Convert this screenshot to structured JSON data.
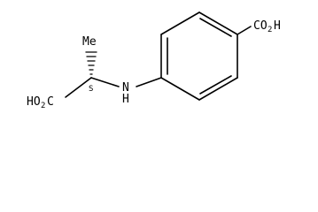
{
  "molecule": {
    "labels": {
      "cooh_ring": "CO",
      "cooh_ring_sub": "2",
      "cooh_ring_h": "H",
      "methyl": "Me",
      "nitrogen": "N",
      "hydrogen": "H",
      "stereo": "S",
      "cooh_left_h": "HO",
      "cooh_left_sub": "2",
      "cooh_left_c": "C"
    }
  }
}
